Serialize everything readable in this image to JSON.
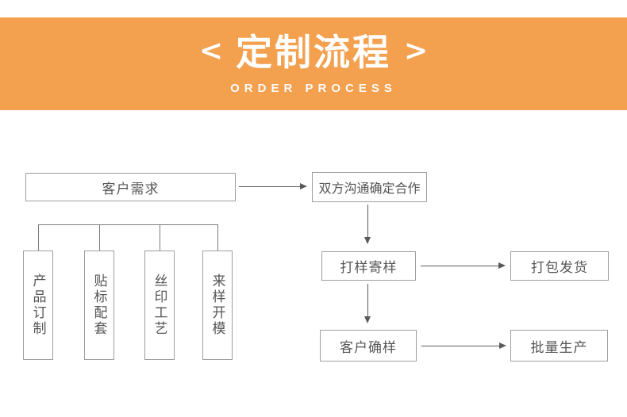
{
  "header": {
    "decor_left": "<",
    "decor_right": ">",
    "title": "定制流程",
    "subtitle": "ORDER PROCESS",
    "colors": {
      "banner_background": "#F3A04F",
      "banner_text": "#FFFFFF"
    }
  },
  "flowchart": {
    "colors": {
      "box_border": "#9E9E9E",
      "box_text": "#555555",
      "connector_line": "#7C7C7C",
      "arrow": "#595959"
    },
    "nodes": {
      "customer_needs": {
        "label": "客户需求"
      },
      "communication": {
        "label": "双方沟通确定合作"
      },
      "sampling": {
        "label": "打样寄样"
      },
      "shipping": {
        "label": "打包发货"
      },
      "confirm_sample": {
        "label": "客户确样"
      },
      "mass_production": {
        "label": "批量生产"
      },
      "branch_product": {
        "label": "产品订制"
      },
      "branch_labeling": {
        "label": "贴标配套"
      },
      "branch_silkscreen": {
        "label": "丝印工艺"
      },
      "branch_mold": {
        "label": "来样开模"
      }
    }
  }
}
